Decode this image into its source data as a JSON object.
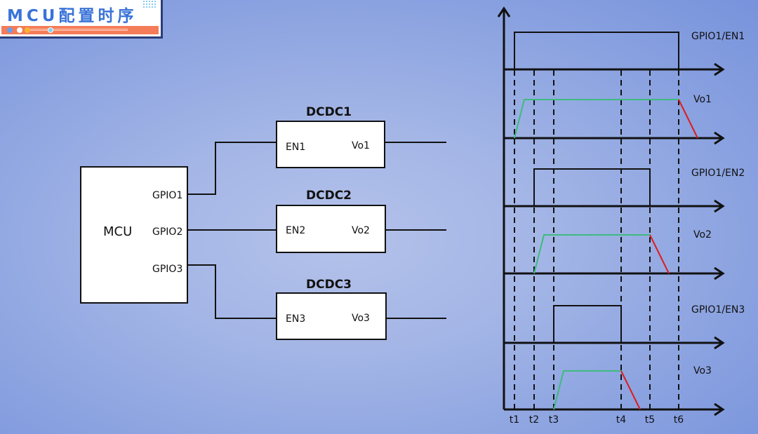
{
  "title_badge": {
    "title": "MCU配置时序",
    "accent_color": "#3a73d8",
    "bar_color": "#f47c58"
  },
  "block_diagram": {
    "mcu": {
      "label": "MCU",
      "pins": [
        "GPIO1",
        "GPIO2",
        "GPIO3"
      ]
    },
    "dcdc": [
      {
        "name": "DCDC1",
        "input": "EN1",
        "output": "Vo1"
      },
      {
        "name": "DCDC2",
        "input": "EN2",
        "output": "Vo2"
      },
      {
        "name": "DCDC3",
        "input": "EN3",
        "output": "Vo3"
      }
    ]
  },
  "timing": {
    "time_labels": [
      "t1",
      "t2",
      "t3",
      "t4",
      "t5",
      "t6"
    ],
    "colors": {
      "enable": "#111111",
      "rise": "#3dbb7e",
      "fall": "#e01b1b"
    },
    "signals": [
      {
        "label": "GPIO1/EN1",
        "type": "enable",
        "high_from": "t1",
        "high_to": "t6"
      },
      {
        "label": "Vo1",
        "type": "output",
        "rise_start": "t1",
        "fall_start": "t6"
      },
      {
        "label": "GPIO1/EN2",
        "type": "enable",
        "high_from": "t2",
        "high_to": "t5"
      },
      {
        "label": "Vo2",
        "type": "output",
        "rise_start": "t2",
        "fall_start": "t5"
      },
      {
        "label": "GPIO1/EN3",
        "type": "enable",
        "high_from": "t3",
        "high_to": "t4"
      },
      {
        "label": "Vo3",
        "type": "output",
        "rise_start": "t3",
        "fall_start": "t4"
      }
    ]
  }
}
